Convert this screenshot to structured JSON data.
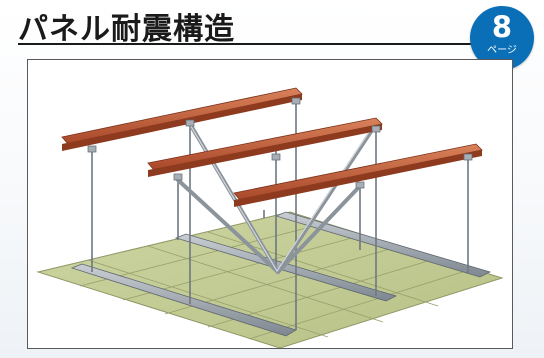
{
  "header": {
    "title": "パネル耐震構造"
  },
  "page_badge": {
    "number": "8",
    "unit": "ページ"
  },
  "colors": {
    "title_text": "#1a1a1a",
    "badge": "#0a6fb7",
    "beam": "#b5542e",
    "panel": "#c6cf9a",
    "steel": "#9aa2ab"
  },
  "figure": {
    "icon": "panel-seismic-structure-illustration"
  }
}
